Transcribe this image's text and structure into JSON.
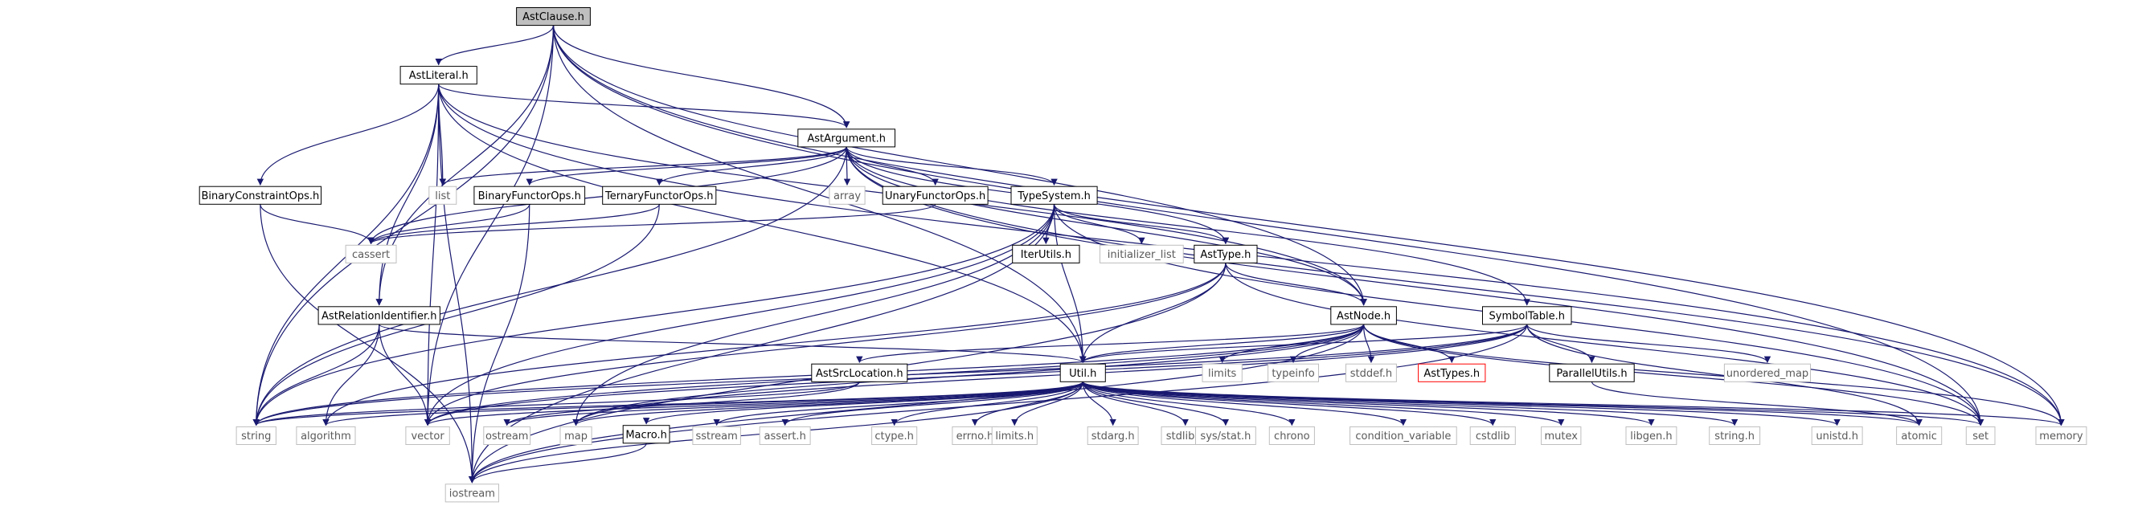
{
  "graph": {
    "nodes": [
      {
        "id": "AstClause.h",
        "label": "AstClause.h",
        "kind": "root"
      },
      {
        "id": "AstLiteral.h",
        "label": "AstLiteral.h",
        "kind": "doc"
      },
      {
        "id": "AstArgument.h",
        "label": "AstArgument.h",
        "kind": "doc"
      },
      {
        "id": "BinaryConstraintOps.h",
        "label": "BinaryConstraintOps.h",
        "kind": "doc"
      },
      {
        "id": "BinaryFunctorOps.h",
        "label": "BinaryFunctorOps.h",
        "kind": "doc"
      },
      {
        "id": "TernaryFunctorOps.h",
        "label": "TernaryFunctorOps.h",
        "kind": "doc"
      },
      {
        "id": "UnaryFunctorOps.h",
        "label": "UnaryFunctorOps.h",
        "kind": "doc"
      },
      {
        "id": "TypeSystem.h",
        "label": "TypeSystem.h",
        "kind": "doc"
      },
      {
        "id": "IterUtils.h",
        "label": "IterUtils.h",
        "kind": "doc"
      },
      {
        "id": "AstType.h",
        "label": "AstType.h",
        "kind": "doc"
      },
      {
        "id": "AstNode.h",
        "label": "AstNode.h",
        "kind": "doc"
      },
      {
        "id": "SymbolTable.h",
        "label": "SymbolTable.h",
        "kind": "doc"
      },
      {
        "id": "AstRelationIdentifier.h",
        "label": "AstRelationIdentifier.h",
        "kind": "doc"
      },
      {
        "id": "AstSrcLocation.h",
        "label": "AstSrcLocation.h",
        "kind": "doc"
      },
      {
        "id": "Util.h",
        "label": "Util.h",
        "kind": "doc"
      },
      {
        "id": "ParallelUtils.h",
        "label": "ParallelUtils.h",
        "kind": "doc"
      },
      {
        "id": "Macro.h",
        "label": "Macro.h",
        "kind": "doc"
      },
      {
        "id": "AstTypes.h",
        "label": "AstTypes.h",
        "kind": "red"
      },
      {
        "id": "list",
        "label": "list",
        "kind": "sys"
      },
      {
        "id": "array",
        "label": "array",
        "kind": "sys"
      },
      {
        "id": "cassert",
        "label": "cassert",
        "kind": "sys"
      },
      {
        "id": "initializer_list",
        "label": "initializer_list",
        "kind": "sys"
      },
      {
        "id": "limits",
        "label": "limits",
        "kind": "sys"
      },
      {
        "id": "typeinfo",
        "label": "typeinfo",
        "kind": "sys"
      },
      {
        "id": "stddef.h",
        "label": "stddef.h",
        "kind": "sys"
      },
      {
        "id": "unordered_map",
        "label": "unordered_map",
        "kind": "sys"
      },
      {
        "id": "string",
        "label": "string",
        "kind": "sys"
      },
      {
        "id": "algorithm",
        "label": "algorithm",
        "kind": "sys"
      },
      {
        "id": "vector",
        "label": "vector",
        "kind": "sys"
      },
      {
        "id": "ostream",
        "label": "ostream",
        "kind": "sys"
      },
      {
        "id": "map",
        "label": "map",
        "kind": "sys"
      },
      {
        "id": "sstream",
        "label": "sstream",
        "kind": "sys"
      },
      {
        "id": "assert.h",
        "label": "assert.h",
        "kind": "sys"
      },
      {
        "id": "ctype.h",
        "label": "ctype.h",
        "kind": "sys"
      },
      {
        "id": "errno.h",
        "label": "errno.h",
        "kind": "sys"
      },
      {
        "id": "limits.h",
        "label": "limits.h",
        "kind": "sys"
      },
      {
        "id": "stdarg.h",
        "label": "stdarg.h",
        "kind": "sys"
      },
      {
        "id": "stdlib.h",
        "label": "stdlib.h",
        "kind": "sys"
      },
      {
        "id": "sys/stat.h",
        "label": "sys/stat.h",
        "kind": "sys"
      },
      {
        "id": "chrono",
        "label": "chrono",
        "kind": "sys"
      },
      {
        "id": "condition_variable",
        "label": "condition_variable",
        "kind": "sys"
      },
      {
        "id": "cstdlib",
        "label": "cstdlib",
        "kind": "sys"
      },
      {
        "id": "mutex",
        "label": "mutex",
        "kind": "sys"
      },
      {
        "id": "libgen.h",
        "label": "libgen.h",
        "kind": "sys"
      },
      {
        "id": "string.h",
        "label": "string.h",
        "kind": "sys"
      },
      {
        "id": "unistd.h",
        "label": "unistd.h",
        "kind": "sys"
      },
      {
        "id": "atomic",
        "label": "atomic",
        "kind": "sys"
      },
      {
        "id": "set",
        "label": "set",
        "kind": "sys"
      },
      {
        "id": "memory",
        "label": "memory",
        "kind": "sys"
      },
      {
        "id": "iostream",
        "label": "iostream",
        "kind": "sys"
      }
    ],
    "edges": [
      [
        "AstClause.h",
        "AstLiteral.h"
      ],
      [
        "AstClause.h",
        "AstArgument.h"
      ],
      [
        "AstClause.h",
        "AstRelationIdentifier.h"
      ],
      [
        "AstClause.h",
        "AstNode.h"
      ],
      [
        "AstClause.h",
        "Util.h"
      ],
      [
        "AstClause.h",
        "string"
      ],
      [
        "AstClause.h",
        "vector"
      ],
      [
        "AstClause.h",
        "set"
      ],
      [
        "AstClause.h",
        "memory"
      ],
      [
        "AstLiteral.h",
        "AstArgument.h"
      ],
      [
        "AstLiteral.h",
        "BinaryConstraintOps.h"
      ],
      [
        "AstLiteral.h",
        "AstRelationIdentifier.h"
      ],
      [
        "AstLiteral.h",
        "AstNode.h"
      ],
      [
        "AstLiteral.h",
        "Util.h"
      ],
      [
        "AstLiteral.h",
        "list"
      ],
      [
        "AstLiteral.h",
        "string"
      ],
      [
        "AstLiteral.h",
        "vector"
      ],
      [
        "AstLiteral.h",
        "iostream"
      ],
      [
        "AstLiteral.h",
        "memory"
      ],
      [
        "AstArgument.h",
        "BinaryFunctorOps.h"
      ],
      [
        "AstArgument.h",
        "TernaryFunctorOps.h"
      ],
      [
        "AstArgument.h",
        "UnaryFunctorOps.h"
      ],
      [
        "AstArgument.h",
        "TypeSystem.h"
      ],
      [
        "AstArgument.h",
        "AstType.h"
      ],
      [
        "AstArgument.h",
        "AstNode.h"
      ],
      [
        "AstArgument.h",
        "SymbolTable.h"
      ],
      [
        "AstArgument.h",
        "list"
      ],
      [
        "AstArgument.h",
        "array"
      ],
      [
        "AstArgument.h",
        "string"
      ],
      [
        "AstArgument.h",
        "set"
      ],
      [
        "AstArgument.h",
        "memory"
      ],
      [
        "AstArgument.h",
        "cassert"
      ],
      [
        "BinaryConstraintOps.h",
        "cassert"
      ],
      [
        "BinaryConstraintOps.h",
        "iostream"
      ],
      [
        "BinaryFunctorOps.h",
        "cassert"
      ],
      [
        "BinaryFunctorOps.h",
        "iostream"
      ],
      [
        "TernaryFunctorOps.h",
        "cassert"
      ],
      [
        "TernaryFunctorOps.h",
        "string"
      ],
      [
        "UnaryFunctorOps.h",
        "cassert"
      ],
      [
        "TypeSystem.h",
        "IterUtils.h"
      ],
      [
        "TypeSystem.h",
        "initializer_list"
      ],
      [
        "TypeSystem.h",
        "AstType.h"
      ],
      [
        "TypeSystem.h",
        "Util.h"
      ],
      [
        "TypeSystem.h",
        "map"
      ],
      [
        "TypeSystem.h",
        "string"
      ],
      [
        "TypeSystem.h",
        "vector"
      ],
      [
        "TypeSystem.h",
        "set"
      ],
      [
        "TypeSystem.h",
        "iostream"
      ],
      [
        "AstType.h",
        "AstNode.h"
      ],
      [
        "AstType.h",
        "Util.h"
      ],
      [
        "AstType.h",
        "algorithm"
      ],
      [
        "AstType.h",
        "set"
      ],
      [
        "AstType.h",
        "iostream"
      ],
      [
        "AstType.h",
        "vector"
      ],
      [
        "AstNode.h",
        "AstSrcLocation.h"
      ],
      [
        "AstNode.h",
        "Util.h"
      ],
      [
        "AstNode.h",
        "limits"
      ],
      [
        "AstNode.h",
        "typeinfo"
      ],
      [
        "AstNode.h",
        "stddef.h"
      ],
      [
        "AstNode.h",
        "AstTypes.h"
      ],
      [
        "AstNode.h",
        "string"
      ],
      [
        "AstNode.h",
        "vector"
      ],
      [
        "AstNode.h",
        "map"
      ],
      [
        "AstNode.h",
        "memory"
      ],
      [
        "AstNode.h",
        "iostream"
      ],
      [
        "AstNode.h",
        "set"
      ],
      [
        "SymbolTable.h",
        "ParallelUtils.h"
      ],
      [
        "SymbolTable.h",
        "unordered_map"
      ],
      [
        "SymbolTable.h",
        "Util.h"
      ],
      [
        "SymbolTable.h",
        "string"
      ],
      [
        "SymbolTable.h",
        "vector"
      ],
      [
        "SymbolTable.h",
        "iostream"
      ],
      [
        "SymbolTable.h",
        "atomic"
      ],
      [
        "SymbolTable.h",
        "map"
      ],
      [
        "AstRelationIdentifier.h",
        "Util.h"
      ],
      [
        "AstRelationIdentifier.h",
        "string"
      ],
      [
        "AstRelationIdentifier.h",
        "algorithm"
      ],
      [
        "AstRelationIdentifier.h",
        "vector"
      ],
      [
        "AstSrcLocation.h",
        "string"
      ],
      [
        "AstSrcLocation.h",
        "ostream"
      ],
      [
        "ParallelUtils.h",
        "atomic"
      ],
      [
        "Util.h",
        "string"
      ],
      [
        "Util.h",
        "algorithm"
      ],
      [
        "Util.h",
        "vector"
      ],
      [
        "Util.h",
        "ostream"
      ],
      [
        "Util.h",
        "map"
      ],
      [
        "Util.h",
        "Macro.h"
      ],
      [
        "Util.h",
        "sstream"
      ],
      [
        "Util.h",
        "assert.h"
      ],
      [
        "Util.h",
        "ctype.h"
      ],
      [
        "Util.h",
        "errno.h"
      ],
      [
        "Util.h",
        "limits.h"
      ],
      [
        "Util.h",
        "stdarg.h"
      ],
      [
        "Util.h",
        "stdlib.h"
      ],
      [
        "Util.h",
        "sys/stat.h"
      ],
      [
        "Util.h",
        "chrono"
      ],
      [
        "Util.h",
        "condition_variable"
      ],
      [
        "Util.h",
        "cstdlib"
      ],
      [
        "Util.h",
        "mutex"
      ],
      [
        "Util.h",
        "libgen.h"
      ],
      [
        "Util.h",
        "string.h"
      ],
      [
        "Util.h",
        "unistd.h"
      ],
      [
        "Util.h",
        "atomic"
      ],
      [
        "Util.h",
        "set"
      ],
      [
        "Util.h",
        "memory"
      ],
      [
        "Util.h",
        "iostream"
      ],
      [
        "Macro.h",
        "iostream"
      ]
    ]
  }
}
